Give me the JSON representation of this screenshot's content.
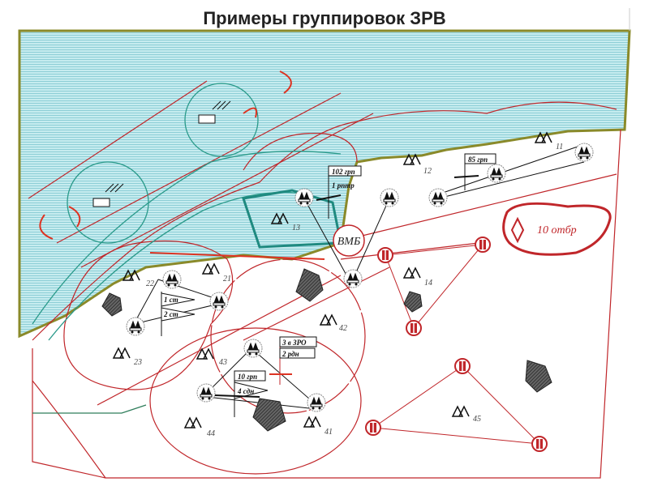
{
  "title": "Примеры группировок ЗРВ",
  "labels": {
    "vmb": "ВМБ",
    "brigade": "10 отбр",
    "grp102": "102 грп",
    "rptr": "1 рптр",
    "grp85": "85 грп",
    "grp10": "10 грп",
    "sdn4": "4 сдн",
    "zro3": "3 в ЗРО",
    "rdn2": "2 рдн",
    "flag1": "1 ст",
    "flag2": "2 ст"
  },
  "positions": [
    "11",
    "12",
    "13",
    "14",
    "21",
    "22",
    "23",
    "41",
    "42",
    "43",
    "44",
    "45"
  ],
  "colors": {
    "sea": "#bfe6ea",
    "coast": "#8a8a2a",
    "zone": "#c0262a",
    "teal": "#2a9a8a"
  }
}
